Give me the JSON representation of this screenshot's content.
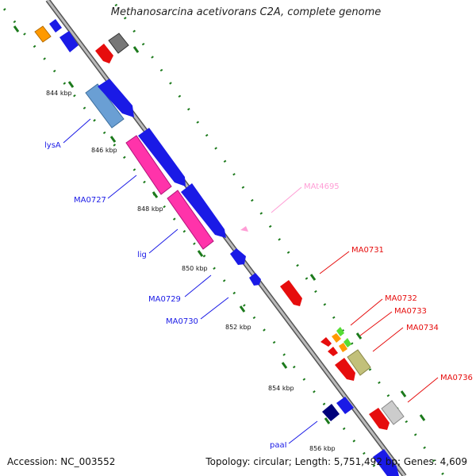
{
  "title": "Methanosarcina acetivorans C2A, complete genome",
  "footer": {
    "accession": "Accession: NC_003552",
    "summary": "Topology: circular; Length: 5,751,492 bp; Genes: 4,609"
  },
  "colors": {
    "backbone": "#888888",
    "tick": "#1c7a1c",
    "forward_label": "#1a1ae6",
    "reverse_label": "#e60d0d",
    "rna_label": "#ff9ed6"
  },
  "kbp_labels": [
    "844 kbp",
    "846 kbp",
    "848 kbp",
    "850 kbp",
    "852 kbp",
    "854 kbp",
    "856 kbp"
  ],
  "gene_labels": [
    {
      "name": "lysA",
      "strand": "forward"
    },
    {
      "name": "MA0727",
      "strand": "forward"
    },
    {
      "name": "lig",
      "strand": "forward"
    },
    {
      "name": "MA0729",
      "strand": "forward"
    },
    {
      "name": "MA0730",
      "strand": "forward"
    },
    {
      "name": "paaI",
      "strand": "forward"
    },
    {
      "name": "MAt4695",
      "strand": "rna"
    },
    {
      "name": "MA0731",
      "strand": "reverse"
    },
    {
      "name": "MA0732",
      "strand": "reverse"
    },
    {
      "name": "MA0733",
      "strand": "reverse"
    },
    {
      "name": "MA0734",
      "strand": "reverse"
    },
    {
      "name": "MA0736",
      "strand": "reverse"
    }
  ]
}
